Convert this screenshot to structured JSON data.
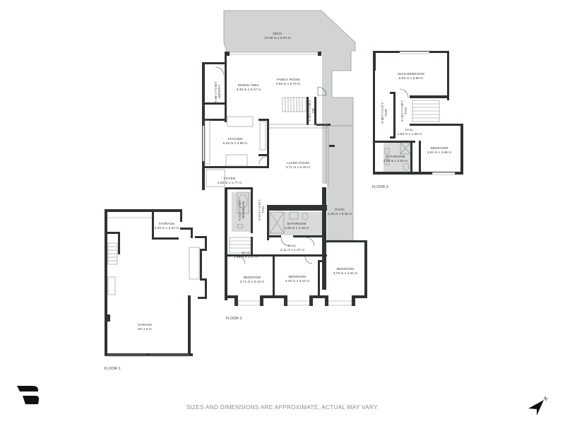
{
  "floors": [
    {
      "label": "FLOOR 1",
      "rooms": [
        {
          "name": "STORAGE",
          "dims": "2.06 m x 2.22 m"
        },
        {
          "name": "GARAGE",
          "dims": "6m x 9 m"
        }
      ]
    },
    {
      "label": "FLOOR 2",
      "rooms": [
        {
          "name": "DECK",
          "dims": "10.08 m x 9.03 m"
        },
        {
          "name": "DINING AREA",
          "dims": "3.35 m x 5.47 m"
        },
        {
          "name": "FAMILY ROOM",
          "dims": "3.93 m x 5.70 m"
        },
        {
          "name": "LAUNDRY",
          "dims": "1.85 m x 1.85 m"
        },
        {
          "name": "WC",
          "dims": "0.85 m x 2.04 m"
        },
        {
          "name": "KITCHEN",
          "dims": "5.20 m x 4.85 m"
        },
        {
          "name": "LIVING ROOM",
          "dims": "4.71 m x 6.49 m"
        },
        {
          "name": "FOYER",
          "dims": "4.05 m x 1.77 m"
        },
        {
          "name": "BATHROOM",
          "dims": "1.83 m x 3.31 m"
        },
        {
          "name": "HALL",
          "dims": "1.15 m x 3.21 m"
        },
        {
          "name": "BATHROOM",
          "dims": "4.26 m x 2.48 m"
        },
        {
          "name": "PATIO",
          "dims": "2.38 m x 9.35 m"
        },
        {
          "name": "HALL",
          "dims": "4.11 m x 1.07 m"
        },
        {
          "name": "W.I.C",
          "dims": "1.85 m x 1.37 m"
        },
        {
          "name": "BEDROOM",
          "dims": "3.71 m x 3.10 m"
        },
        {
          "name": "BEDROOM",
          "dims": "3.40 m x 3.10 m"
        },
        {
          "name": "BEDROOM",
          "dims": "3.78 m x 4.31 m"
        }
      ]
    },
    {
      "label": "FLOOR 3",
      "rooms": [
        {
          "name": "MAIN BEDROOM",
          "dims": "5.83 m x 3.50 m"
        },
        {
          "name": "WALL",
          "dims": "1.13 m x 3.88 m"
        },
        {
          "name": "HALL",
          "dims": "1.30 m x 2.87 m"
        },
        {
          "name": "HALL",
          "dims": "1.85 m x 1.08 m"
        },
        {
          "name": "BATHROOM",
          "dims": "2.86 m x 2.63 m"
        },
        {
          "name": "BEDROOM",
          "dims": "2.94 m x 3.86 m"
        }
      ]
    }
  ],
  "footer": {
    "disclaimer": "SIZES AND DIMENSIONS ARE APPROXIMATE, ACTUAL MAY VARY.",
    "logo_icon": "brand-logo-icon",
    "north_icon": "north-arrow-icon",
    "north_letter": "N"
  },
  "colors": {
    "wall": "#2f3333",
    "deck": "#d2d3d3",
    "wet_area": "#d9dada",
    "background": "#ffffff",
    "disclaimer_text": "#8c8c8c"
  }
}
